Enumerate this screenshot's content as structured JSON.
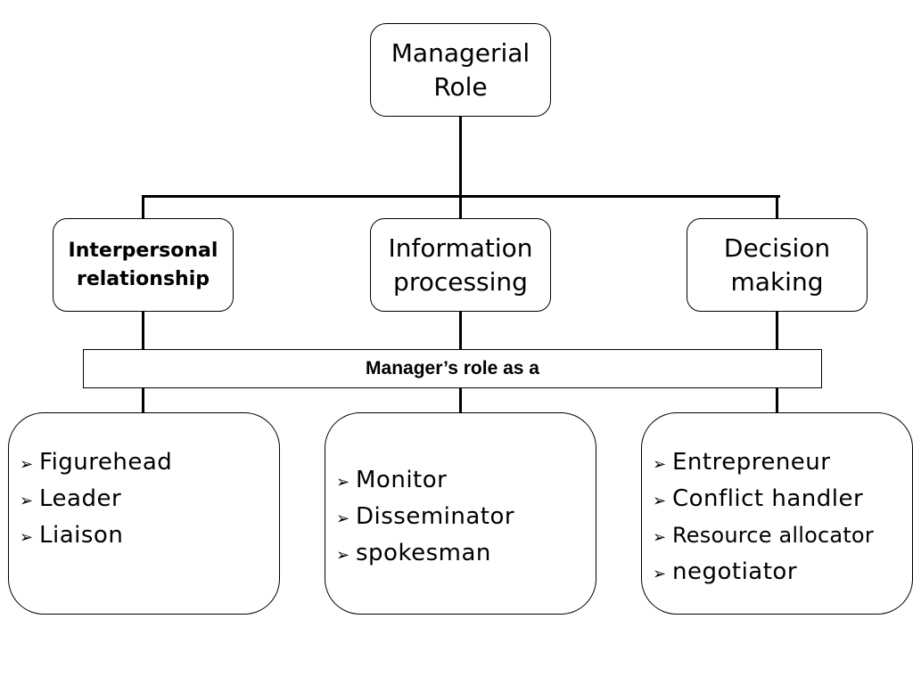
{
  "root": {
    "lines": [
      "Managerial",
      "Role"
    ]
  },
  "categories": [
    {
      "id": "interpersonal",
      "lines": [
        "Interpersonal",
        "relationship"
      ]
    },
    {
      "id": "information",
      "lines": [
        "Information",
        "processing"
      ]
    },
    {
      "id": "decision",
      "lines": [
        "Decision",
        "making"
      ]
    }
  ],
  "banner": {
    "text": "Manager’s role as a"
  },
  "bullet_glyph": "➢",
  "roles": [
    {
      "category": "interpersonal",
      "items": [
        "Figurehead",
        "Leader",
        "Liaison"
      ]
    },
    {
      "category": "information",
      "items": [
        "Monitor",
        "Disseminator",
        "spokesman"
      ]
    },
    {
      "category": "decision",
      "items": [
        "Entrepreneur",
        "Conflict handler",
        "Resource allocator",
        "negotiator"
      ]
    }
  ]
}
